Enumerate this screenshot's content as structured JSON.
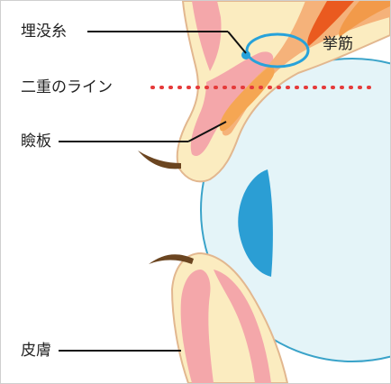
{
  "labels": {
    "buried_suture": "埋没糸",
    "double_eyelid_line": "二重のライン",
    "tarsal_plate": "瞼板",
    "skin": "皮膚",
    "levator_muscle": "挙筋"
  },
  "colors": {
    "skin_fill": "#fbecc0",
    "skin_outline": "#e2b78f",
    "pink_tissue": "#f4a7aa",
    "orange_muscle": "#f59a3c",
    "dark_orange_muscle": "#ea5a1f",
    "eyeball": "#e4f4f8",
    "eyeball_outline": "#3aa3c9",
    "cornea": "#2b9ed4",
    "suture_ring": "#27a2da",
    "double_line_dots": "#e53a3a",
    "eyelash": "#6b4520",
    "leader_line": "#111111"
  }
}
